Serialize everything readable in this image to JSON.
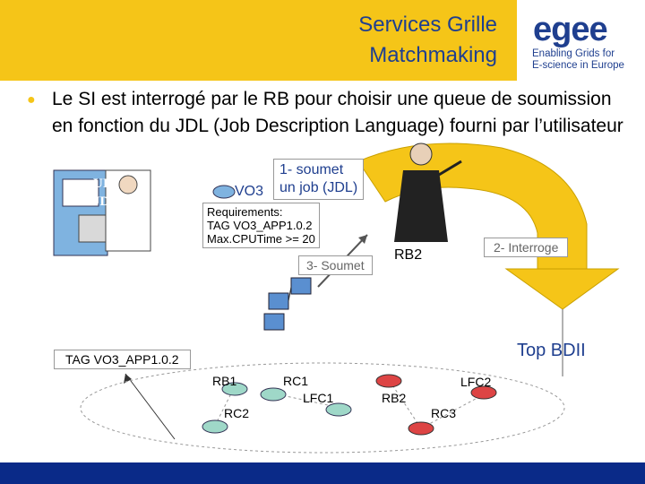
{
  "header": {
    "title_line1": "Services Grille",
    "title_line2": "Matchmaking",
    "logo_word": "egee",
    "logo_tagline1": "Enabling Grids for",
    "logo_tagline2": "E-science in Europe"
  },
  "body_text": "Le SI est interrogé par le RB pour choisir une queue de soumission en fonction du JDL (Job Description Language) fourni par l’utilisateur",
  "diagram": {
    "ui_label": "UI",
    "jdl_label": "JDL",
    "vo3_label": "VO3",
    "step1_line1": "1- soumet",
    "step1_line2": "un job (JDL)",
    "req_line1": "Requirements:",
    "req_line2": "TAG VO3_APP1.0.2",
    "req_line3": "Max.CPUTime >= 20",
    "step3_label": "3- Soumet",
    "rb2_main": "RB2",
    "step2_label": "2- Interroge",
    "top_bdii": "Top BDII",
    "tag_label": "TAG VO3_APP1.0.2",
    "nodes": {
      "rb1": "RB1",
      "rc1": "RC1",
      "lfc1": "LFC1",
      "rc2": "RC2",
      "rb2": "RB2",
      "lfc2": "LFC2",
      "rc3": "RC3"
    }
  },
  "colors": {
    "header_band": "#f5c518",
    "title_blue": "#1f3f8f",
    "footer": "#0a2a88",
    "arrow_yellow": "#f5c518",
    "node_teal": "#9fd8c8",
    "node_red": "#d44"
  }
}
